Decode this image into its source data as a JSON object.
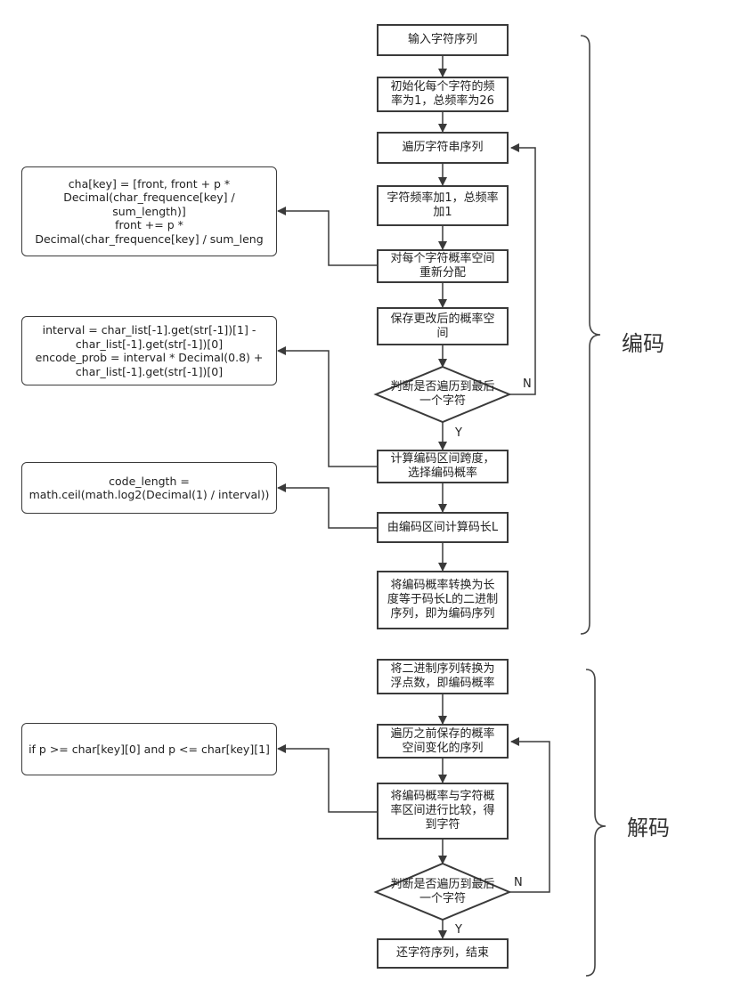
{
  "encode": {
    "section_label": "编码",
    "steps": [
      "输入字符序列",
      "初始化每个字符的频\n率为1，总频率为26",
      "遍历字符串序列",
      "字符频率加1，总频率\n加1",
      "对每个字符概率空间\n重新分配",
      "保存更改后的概率空\n间",
      "计算编码区间跨度，\n选择编码概率",
      "由编码区间计算码长L",
      "将编码概率转换为长\n度等于码长L的二进制\n序列，即为编码序列"
    ],
    "decision": "判断是否遍历到最后\n一个字符",
    "no_label": "N",
    "yes_label": "Y",
    "code_boxes": [
      "cha[key] = [front, front + p *\nDecimal(char_frequence[key] /\nsum_length)]\nfront += p *\nDecimal(char_frequence[key] / sum_leng",
      "interval = char_list[-1].get(str[-1])[1] -\nchar_list[-1].get(str[-1])[0]\nencode_prob = interval * Decimal(0.8) +\nchar_list[-1].get(str[-1])[0]",
      "code_length =\nmath.ceil(math.log2(Decimal(1) / interval))"
    ]
  },
  "decode": {
    "section_label": "解码",
    "steps": [
      "将二进制序列转换为\n浮点数，即编码概率",
      "遍历之前保存的概率\n空间变化的序列",
      "将编码概率与字符概\n率区间进行比较，得\n到字符",
      "还字符序列，结束"
    ],
    "decision": "判断是否遍历到最后\n一个字符",
    "no_label": "N",
    "yes_label": "Y",
    "code_boxes": [
      "if p >= char[key][0] and p <= char[key][1]"
    ]
  }
}
